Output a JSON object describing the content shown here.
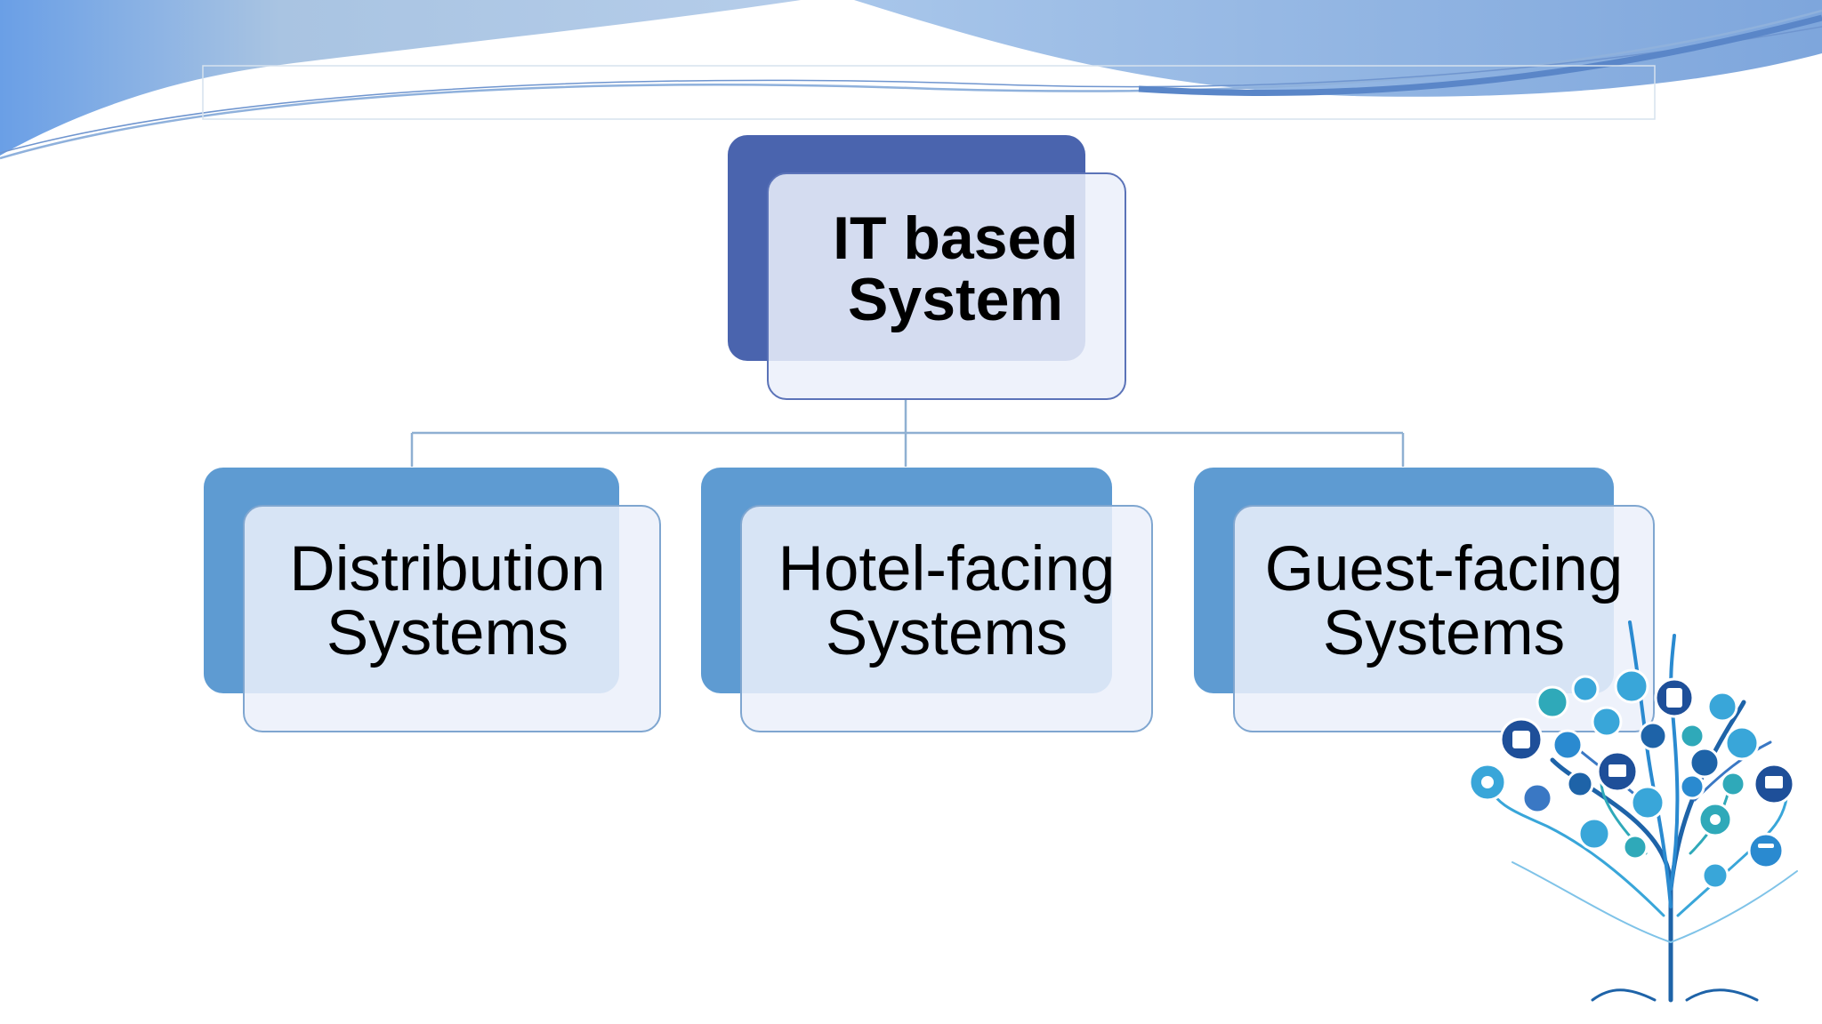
{
  "colors": {
    "root_back": "#4a64ae",
    "child_back": "#5e9bd2",
    "root_border": "#5b73b8",
    "child_border": "#7fa6d0",
    "connector": "#8fb0d2",
    "wave_light": "#b7cfea",
    "wave_mid": "#8fb2dc",
    "wave_deep": "#6a98d8"
  },
  "diagram": {
    "root": {
      "lines": [
        "IT based",
        "System"
      ]
    },
    "children": [
      {
        "id": "distribution",
        "lines": [
          "Distribution",
          "Systems"
        ]
      },
      {
        "id": "hotel",
        "lines": [
          "Hotel-facing",
          "Systems"
        ]
      },
      {
        "id": "guest",
        "lines": [
          "Guest-facing",
          "Systems"
        ]
      }
    ]
  },
  "decoration": {
    "header": "wave-header-icon",
    "tree": "technology-tree-icon"
  }
}
